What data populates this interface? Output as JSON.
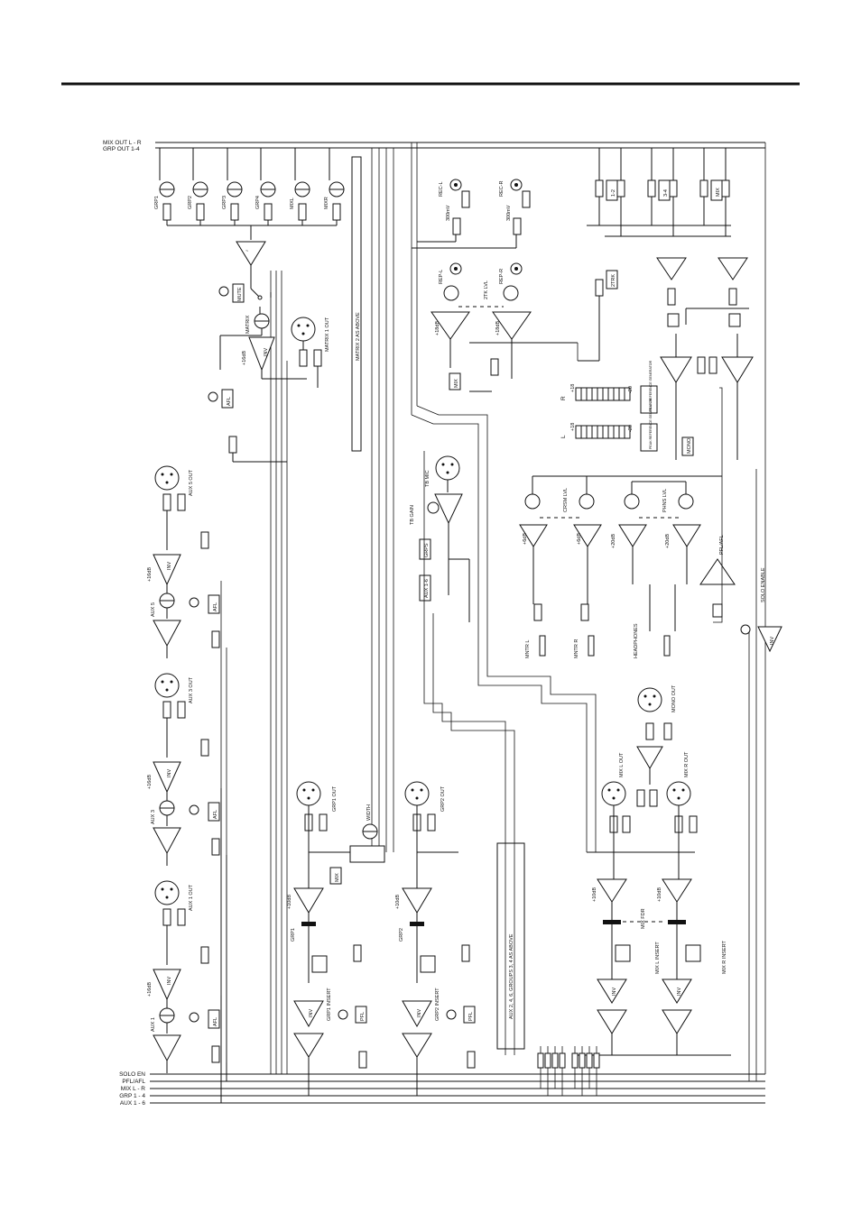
{
  "bus_labels_top": [
    "MIX OUT L - R",
    "GRP OUT 1-4"
  ],
  "bus_labels_bottom": [
    "SOLO EN",
    "PFL/AFL",
    "MIX L - R",
    "GRP 1 - 4",
    "AUX 1 - 6"
  ],
  "matrix_sources": [
    "GRP1",
    "GRP2",
    "GRP3",
    "GRP4",
    "MIXL",
    "MIXR"
  ],
  "matrix": {
    "note": "MATRIX 2 AS ABOVE",
    "mute": "MUTE",
    "pot": "MATRIX",
    "gain": "+16dB",
    "inv": "INV",
    "out": "MATRIX 1 OUT",
    "afl": "AFL"
  },
  "aux_channels": [
    {
      "name": "AUX 1",
      "gain": "+16dB",
      "inv": "INV",
      "afl": "AFL",
      "out": "AUX 1 OUT"
    },
    {
      "name": "AUX 3",
      "gain": "+16dB",
      "inv": "INV",
      "afl": "AFL",
      "out": "AUX 3 OUT"
    },
    {
      "name": "AUX 5",
      "gain": "+16dB",
      "inv": "INV",
      "afl": "AFL",
      "out": "AUX 5 OUT"
    }
  ],
  "group_channels": [
    {
      "name": "GRP1",
      "gain": "+10dB",
      "inv": "INV",
      "pfl": "PFL",
      "insert": "GRP1 INSERT",
      "out": "GRP1 OUT"
    },
    {
      "name": "GRP2",
      "gain": "+10dB",
      "inv": "INV",
      "pfl": "PFL",
      "insert": "GRP2 INSERT",
      "out": "GRP2 OUT"
    }
  ],
  "group_section": {
    "width": "WIDTH",
    "mix": "MIX",
    "note": "AUX 2, 4, 6, GROUPS 3, 4 AS ABOVE"
  },
  "talkback": {
    "mic": "TB MIC",
    "gain": "TB GAIN",
    "grps": "GRPS",
    "aux": "AUX 1-6"
  },
  "mix_master": {
    "left_out": "MIX L OUT",
    "right_out": "MIX R OUT",
    "mono": "MONO OUT",
    "fader": "MIX FDR",
    "left_insert": "MIX L INSERT",
    "right_insert": "MIX R INSERT",
    "gain_l": "+10dB",
    "gain_r": "+10dB",
    "inv_l": "INV",
    "inv_r": "INV"
  },
  "tape": {
    "rec_l": "REC-L",
    "rec_r": "REC-R",
    "level_l": "300mV",
    "level_r": "300mV",
    "rep_l": "REP-L",
    "rep_r": "REP-R",
    "two_trk": "2TK LVL",
    "gain_l": "+18dB",
    "gain_r": "+18dB",
    "mix": "MIX",
    "sel_2trk": "2TRK"
  },
  "monitor_select": [
    "1-2",
    "3-4",
    "MIX"
  ],
  "meters": {
    "r_label": "R",
    "l_label": "L",
    "top": "+18",
    "bottom": "-20",
    "peak_text": "PEAK REFERENCE GENERATOR",
    "mono_btn": "MONO"
  },
  "monitor_out": {
    "crsm": "CRSM LVL",
    "phns": "PHNS LVL",
    "gain_a": "+6dB",
    "gain_b": "+6dB",
    "gain_c": "+20dB",
    "gain_d": "+20dB",
    "mntr_l": "MNTR L",
    "mntr_r": "MNTR R",
    "headphones": "HEADPHONES",
    "pfl_afl": "PFL/AFL",
    "solo_enable": "SOLO ENABLE",
    "inv": "INV"
  }
}
